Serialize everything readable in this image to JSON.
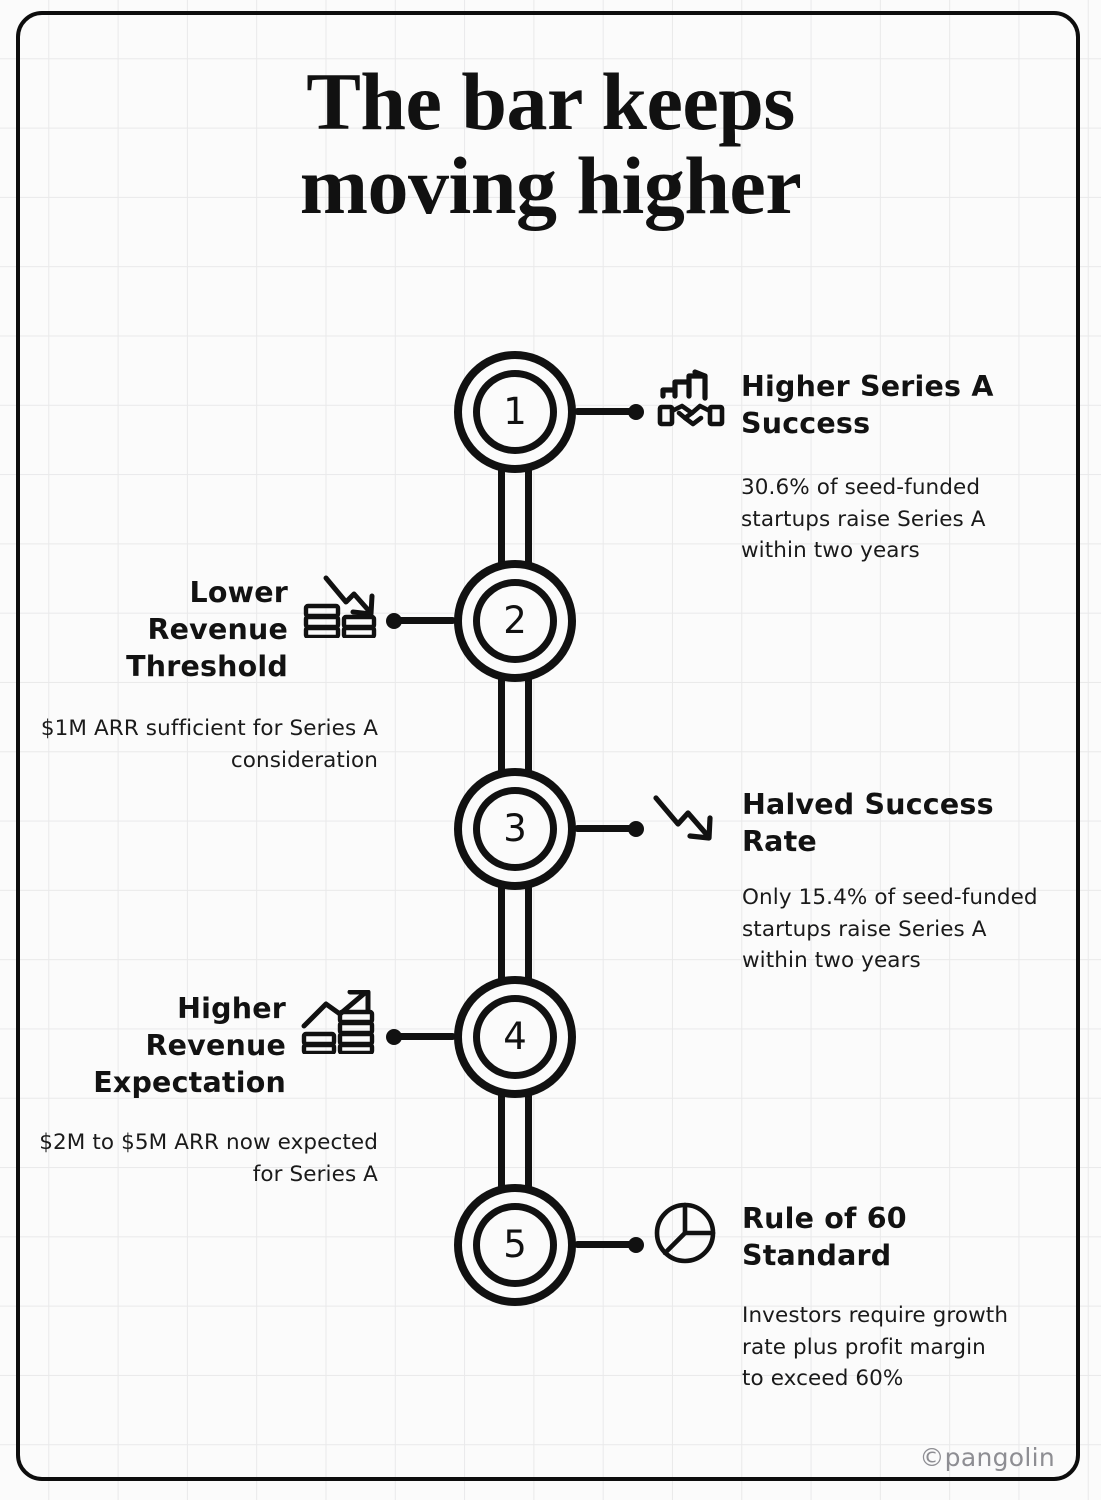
{
  "poster": {
    "title_line1": "The bar keeps",
    "title_line2": "moving higher",
    "watermark": "©pangolin",
    "accent_color": "#111111",
    "background_color": "#fbfbfb",
    "grid_color": "#e9e9ea",
    "watermark_color": "#8e8e93"
  },
  "timeline": {
    "items": [
      {
        "number": "1",
        "side": "right",
        "icon": "handshake-growth-icon",
        "title": "Higher Series A Success",
        "body": "30.6% of seed-funded startups raise Series A within two years"
      },
      {
        "number": "2",
        "side": "left",
        "icon": "declining-arrow-coins-icon",
        "title": "Lower Revenue Threshold",
        "body": "$1M ARR sufficient for Series A consideration"
      },
      {
        "number": "3",
        "side": "right",
        "icon": "down-arrow-icon",
        "title": "Halved Success Rate",
        "body": "Only 15.4% of seed-funded startups raise Series A within two years"
      },
      {
        "number": "4",
        "side": "left",
        "icon": "rising-arrow-coins-icon",
        "title": "Higher Revenue Expectation",
        "body": "$2M to $5M ARR now expected for Series A"
      },
      {
        "number": "5",
        "side": "right",
        "icon": "pie-chart-icon",
        "title": "Rule of 60 Standard",
        "body": "Investors require growth rate plus profit margin to exceed 60%"
      }
    ]
  }
}
